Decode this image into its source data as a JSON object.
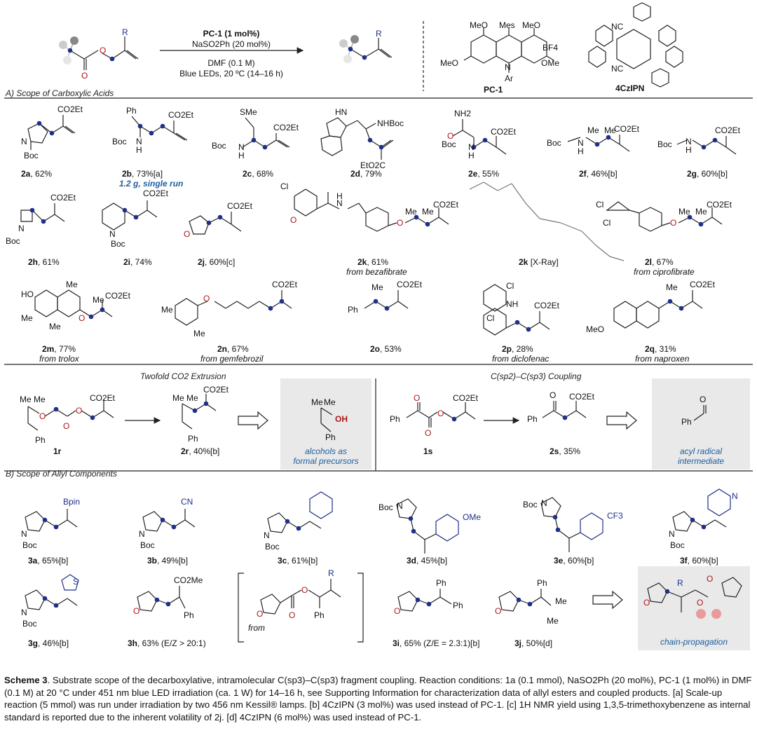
{
  "header": {
    "cond1": "PC-1 (1 mol%)",
    "cond2": "NaSO2Ph (20 mol%)",
    "cond3": "DMF (0.1 M)",
    "cond4": "Blue LEDs, 20 ºC (14–16 h)",
    "pc1_label": "PC-1",
    "pc1_ome_a": "MeO",
    "pc1_mes": "Mes",
    "pc1_ome_b": "MeO",
    "pc1_ome_c": "MeO",
    "pc1_ome_d": "OMe",
    "pc1_bf4": "BF4",
    "pc1_n": "N",
    "pc1_ar": "Ar",
    "czipn_label": "4CzIPN",
    "czipn_cn1": "NC",
    "czipn_cn2": "NC",
    "r_label": "R",
    "r_label2": "R"
  },
  "sections": {
    "a": "A) Scope of Carboxylic Acids",
    "twofold": "Twofold CO2 Extrusion",
    "csp2": "C(sp2)–C(sp3) Coupling",
    "b": "B) Scope of Allyl Components"
  },
  "row1": [
    {
      "id": "2a",
      "yield": ", 62%",
      "note": ""
    },
    {
      "id": "2b",
      "yield": ", 73%[a]",
      "note": "1.2 g, single run"
    },
    {
      "id": "2c",
      "yield": ", 68%",
      "note": ""
    },
    {
      "id": "2d",
      "yield": ", 79%",
      "note": ""
    },
    {
      "id": "2e",
      "yield": ", 55%",
      "note": ""
    },
    {
      "id": "2f",
      "yield": ", 46%[b]",
      "note": ""
    },
    {
      "id": "2g",
      "yield": ", 60%[b]",
      "note": ""
    }
  ],
  "row2": [
    {
      "id": "2h",
      "yield": ", 61%",
      "note": ""
    },
    {
      "id": "2i",
      "yield": ", 74%",
      "note": ""
    },
    {
      "id": "2j",
      "yield": ", 60%[c]",
      "note": ""
    },
    {
      "id": "2k",
      "yield": ", 61%",
      "note": "from bezafibrate"
    },
    {
      "id": "2k",
      "yield": " [X-Ray]",
      "note": ""
    },
    {
      "id": "2l",
      "yield": ", 67%",
      "note": "from ciprofibrate"
    }
  ],
  "row3": [
    {
      "id": "2m",
      "yield": ", 77%",
      "note": "from trolox"
    },
    {
      "id": "2n",
      "yield": ", 67%",
      "note": "from gemfebrozil"
    },
    {
      "id": "2o",
      "yield": ", 53%",
      "note": ""
    },
    {
      "id": "2p",
      "yield": ", 28%",
      "note": "from diclofenac"
    },
    {
      "id": "2q",
      "yield": ", 31%",
      "note": "from naproxen"
    }
  ],
  "row4": {
    "r1": "1r",
    "r2": "2r",
    "r2y": ", 40%[b]",
    "alc": "alcohols as",
    "alc2": "formal precursors",
    "s1": "1s",
    "s2": "2s",
    "s2y": ", 35%",
    "acyl": "acyl radical",
    "acyl2": "intermediate"
  },
  "row5": [
    {
      "id": "3a",
      "yield": ", 65%[b]"
    },
    {
      "id": "3b",
      "yield": ", 49%[b]"
    },
    {
      "id": "3c",
      "yield": ", 61%[b]"
    },
    {
      "id": "3d",
      "yield": ", 45%[b]"
    },
    {
      "id": "3e",
      "yield": ", 60%[b]"
    },
    {
      "id": "3f",
      "yield": ", 60%[b]"
    }
  ],
  "row6": [
    {
      "id": "3g",
      "yield": ", 46%[b]"
    },
    {
      "id": "3h",
      "yield": ", 63% (E/Z > 20:1)"
    },
    {
      "id": "3i",
      "yield": ", 65% (Z/E = 2.3:1)[b]"
    },
    {
      "id": "3j",
      "yield": ", 50%[d]"
    }
  ],
  "misc": {
    "from": "from",
    "chain": "chain-propagation"
  },
  "atoms": {
    "co2et": "CO2Et",
    "boc": "Boc",
    "n": "N",
    "h": "H",
    "ph": "Ph",
    "sme": "SMe",
    "hn": "HN",
    "nhboc": "NHBoc",
    "eto2c": "EtO2C",
    "nh2": "NH2",
    "o": "O",
    "me": "Me",
    "cl": "Cl",
    "ho": "HO",
    "nh": "NH",
    "meo": "MeO",
    "oh": "OH",
    "bpin": "Bpin",
    "cn": "CN",
    "ome": "OMe",
    "cf3": "CF3",
    "s": "S",
    "co2me": "CO2Me",
    "r": "R"
  },
  "caption": {
    "scheme": "Scheme 3",
    "text": ". Substrate scope of the decarboxylative, intramolecular C(sp3)–C(sp3) fragment coupling. Reaction conditions: 1a (0.1 mmol), NaSO2Ph (20 mol%), PC-1 (1 mol%) in DMF (0.1 M) at 20 °C under 451 nm blue LED irradiation (ca. 1 W) for 14–16 h, see Supporting Information for characterization data of allyl esters and coupled products. [a] Scale-up reaction (5 mmol) was run under irradiation by two 456 nm Kessil® lamps. [b] 4CzIPN (3 mol%) was used instead of PC-1. [c] 1H NMR yield using 1,3,5-trimethoxybenzene as internal standard is reported due to the inherent volatility of 2j. [d] 4CzIPN (6 mol%) was used instead of PC-1."
  },
  "colors": {
    "dot": "#1f2f8a",
    "oxygen": "#b01818",
    "note": "#1f5fa0",
    "panel": "#e9e9e9"
  }
}
